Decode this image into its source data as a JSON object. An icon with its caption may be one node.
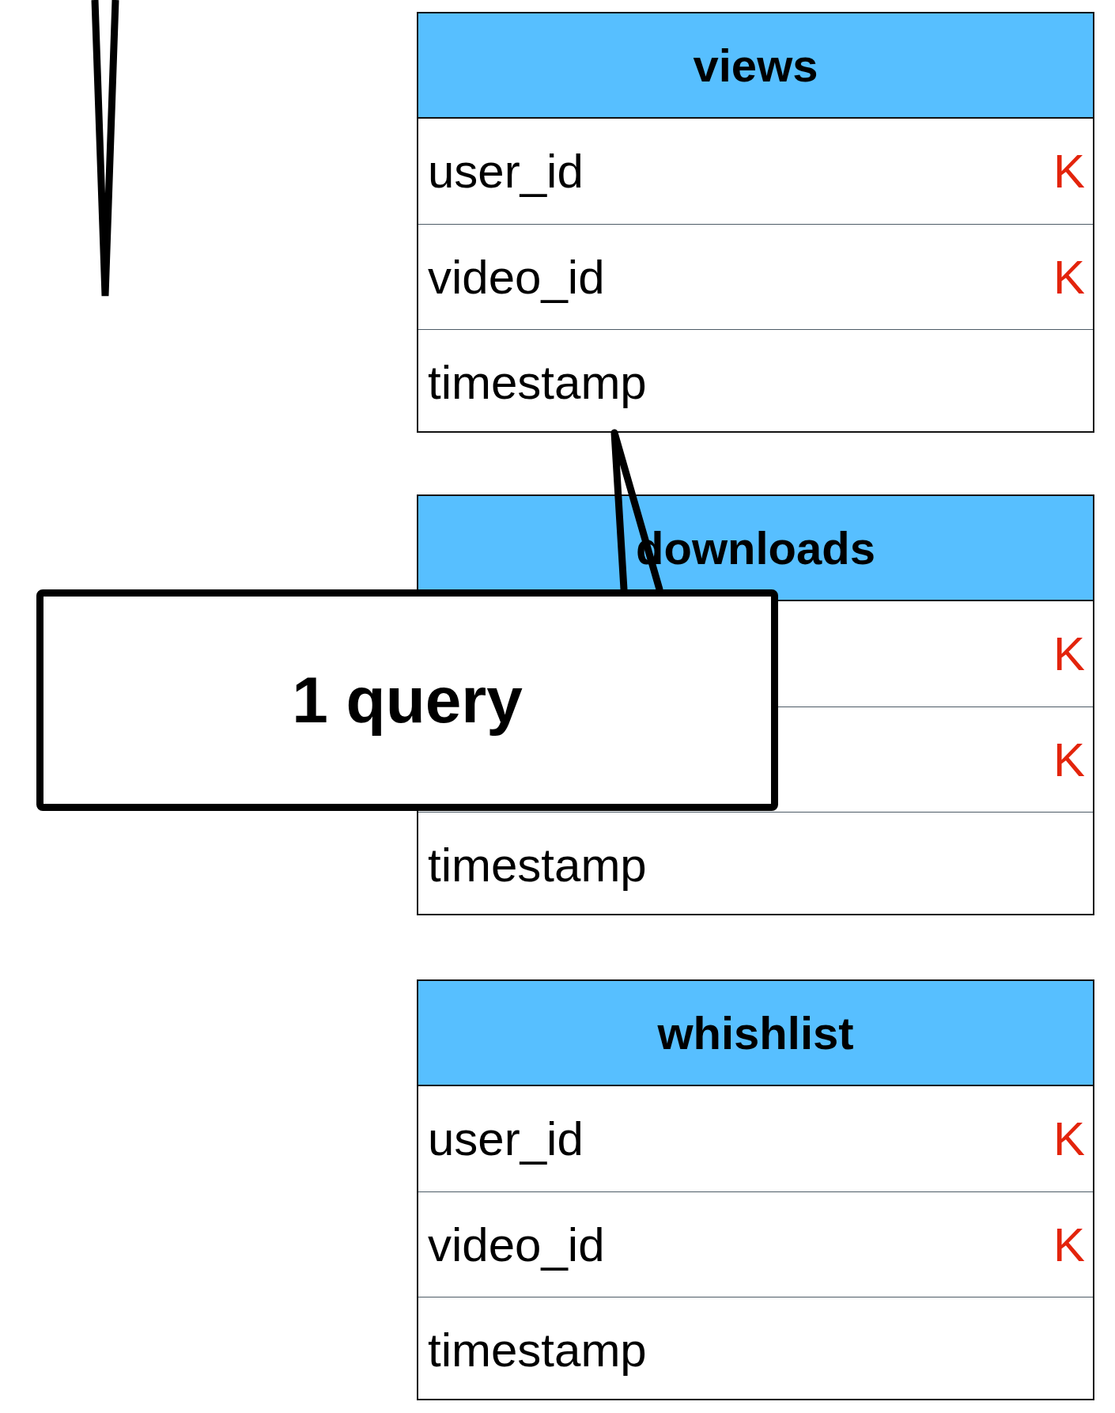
{
  "diagram": {
    "nodes": [
      {
        "text": [
          "views"
        ]
      },
      {
        "text": [
          "user_id",
          "K"
        ],
        "in": 0
      },
      {
        "text": [
          "video_id",
          "K"
        ],
        "in": 0
      },
      {
        "text": [
          "timestamp"
        ],
        "in": 0
      },
      {
        "text": [
          "downloads"
        ]
      },
      {
        "text": [
          "K"
        ],
        "in": 4
      },
      {
        "text": [
          "K"
        ],
        "in": 4
      },
      {
        "text": [
          "timestamp"
        ],
        "in": 4
      },
      {
        "text": [
          "whishlist"
        ]
      },
      {
        "text": [
          "user_id",
          "K"
        ],
        "in": 8
      },
      {
        "text": [
          "video_id",
          "K"
        ],
        "in": 8
      },
      {
        "text": [
          "timestamp"
        ],
        "in": 8
      },
      {
        "text": [
          "1 query"
        ]
      }
    ],
    "edges": [
      {
        "from": 12,
        "to": 3,
        "arrow": "none"
      }
    ]
  }
}
